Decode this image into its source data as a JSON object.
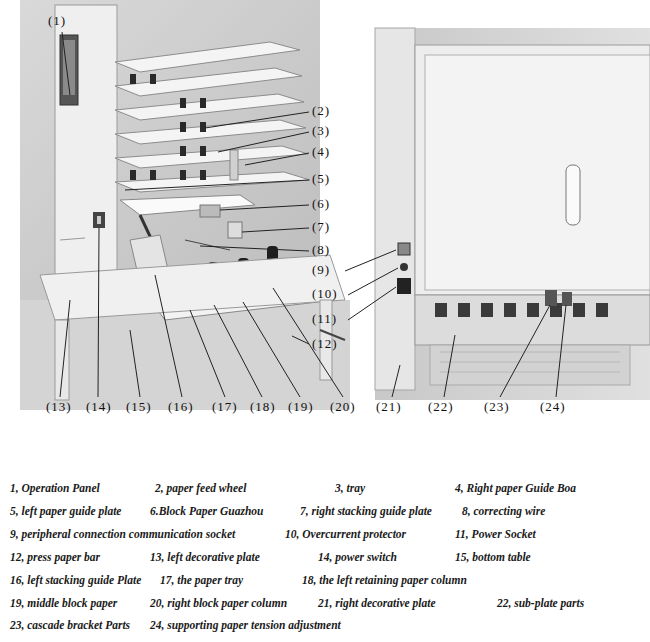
{
  "diagram": {
    "labels": [
      "(1)",
      "(2)",
      "(3)",
      "(4)",
      "(5)",
      "(6)",
      "(7)",
      "(8)",
      "(9)",
      "(10)",
      "(11)",
      "(12)",
      "(13)",
      "(14)",
      "(15)",
      "(16)",
      "(17)",
      "(18)",
      "(19)",
      "(20)",
      "(21)",
      "(22)",
      "(23)",
      "(24)",
      "1, Operation Panel",
      "2, paper feed wheel",
      "3, tray",
      "4, Right paper Guide Boa",
      "5, left paper guide plate",
      "6.Block Paper Guazhou",
      "7, right stacking guide plate",
      "8, correcting wire",
      "9, peripheral connection communication socket",
      "10, Overcurrent protector",
      "11, Power Socket",
      "12, press paper bar",
      "13, left decorative plate",
      "14, power switch",
      "15, bottom table",
      "16, left stacking guide Plate",
      "17, the paper tray",
      "18, the left retaining paper column",
      "19, middle block paper",
      "20, right block paper column",
      "21, right decorative plate",
      "22, sub-plate parts",
      "23, cascade bracket Parts",
      "24, supporting paper tension adjustment"
    ]
  }
}
